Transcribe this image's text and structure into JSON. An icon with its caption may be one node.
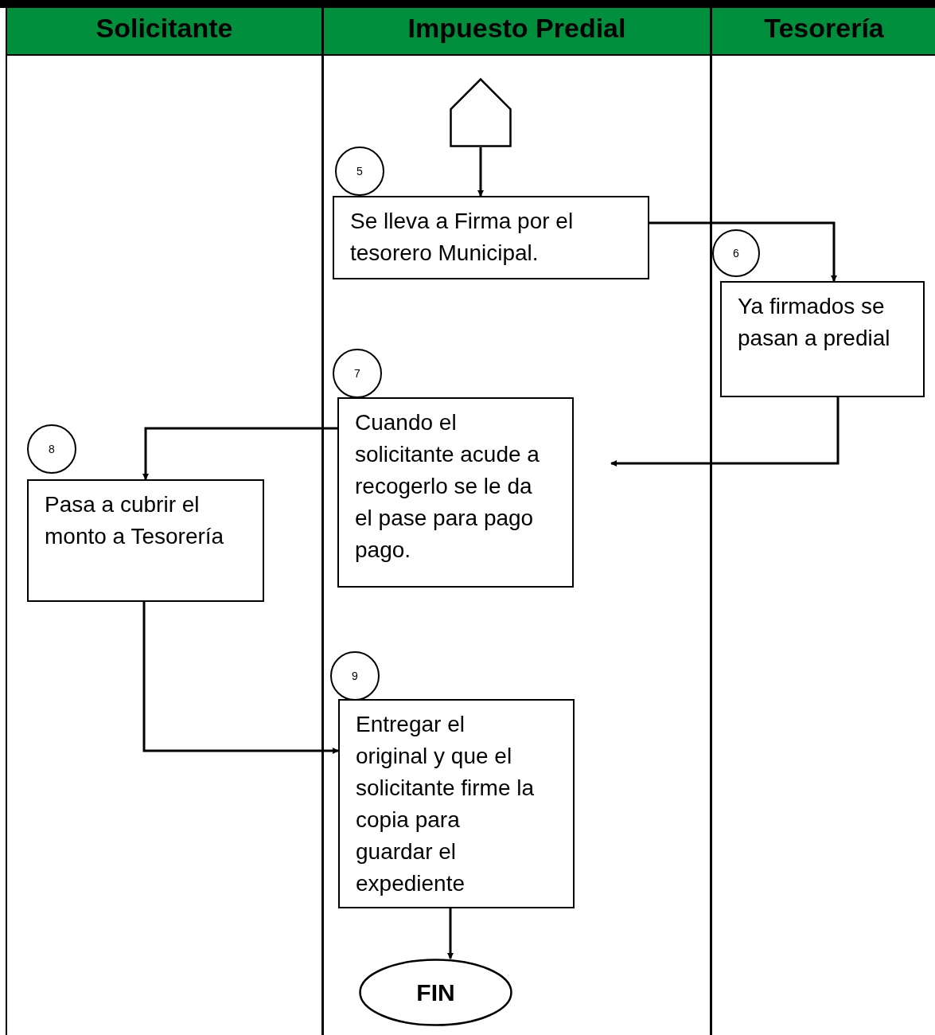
{
  "diagram": {
    "nodes": [
      {
        "text": [
          "Solicitante"
        ]
      },
      {
        "text": [
          "Impuesto Predial"
        ]
      },
      {
        "text": [
          "Tesorería"
        ]
      },
      {
        "text": [],
        "shape": "pentagon",
        "in": 1
      },
      {
        "text": [
          "5"
        ],
        "in": 1
      },
      {
        "text": [
          "Se lleva a Firma por el tesorero Municipal."
        ],
        "in": 1
      },
      {
        "text": [
          "6"
        ],
        "in": 2
      },
      {
        "text": [
          "Ya firmados se pasan a predial"
        ],
        "in": 2
      },
      {
        "text": [
          "7"
        ],
        "in": 1
      },
      {
        "text": [
          "Cuando el solicitante acude a recogerlo se le da el pase para pago pago."
        ],
        "in": 1
      },
      {
        "text": [
          "8"
        ],
        "in": 0
      },
      {
        "text": [
          "Pasa a cubrir el monto a Tesorería"
        ],
        "in": 0
      },
      {
        "text": [
          "9"
        ],
        "in": 1
      },
      {
        "text": [
          "Entregar el original y que el solicitante firme la copia para guardar el expediente"
        ],
        "in": 1
      },
      {
        "text": [
          "FIN"
        ],
        "in": 1
      }
    ],
    "edges": [
      {
        "from": 3,
        "to": 5,
        "arrow": "to"
      },
      {
        "from": 5,
        "to": 7,
        "arrow": "to"
      },
      {
        "from": 7,
        "to": 9,
        "arrow": "to"
      },
      {
        "from": 9,
        "to": 11,
        "arrow": "to"
      },
      {
        "from": 11,
        "to": 13,
        "arrow": "to"
      },
      {
        "from": 13,
        "to": 14,
        "arrow": "to"
      }
    ]
  }
}
